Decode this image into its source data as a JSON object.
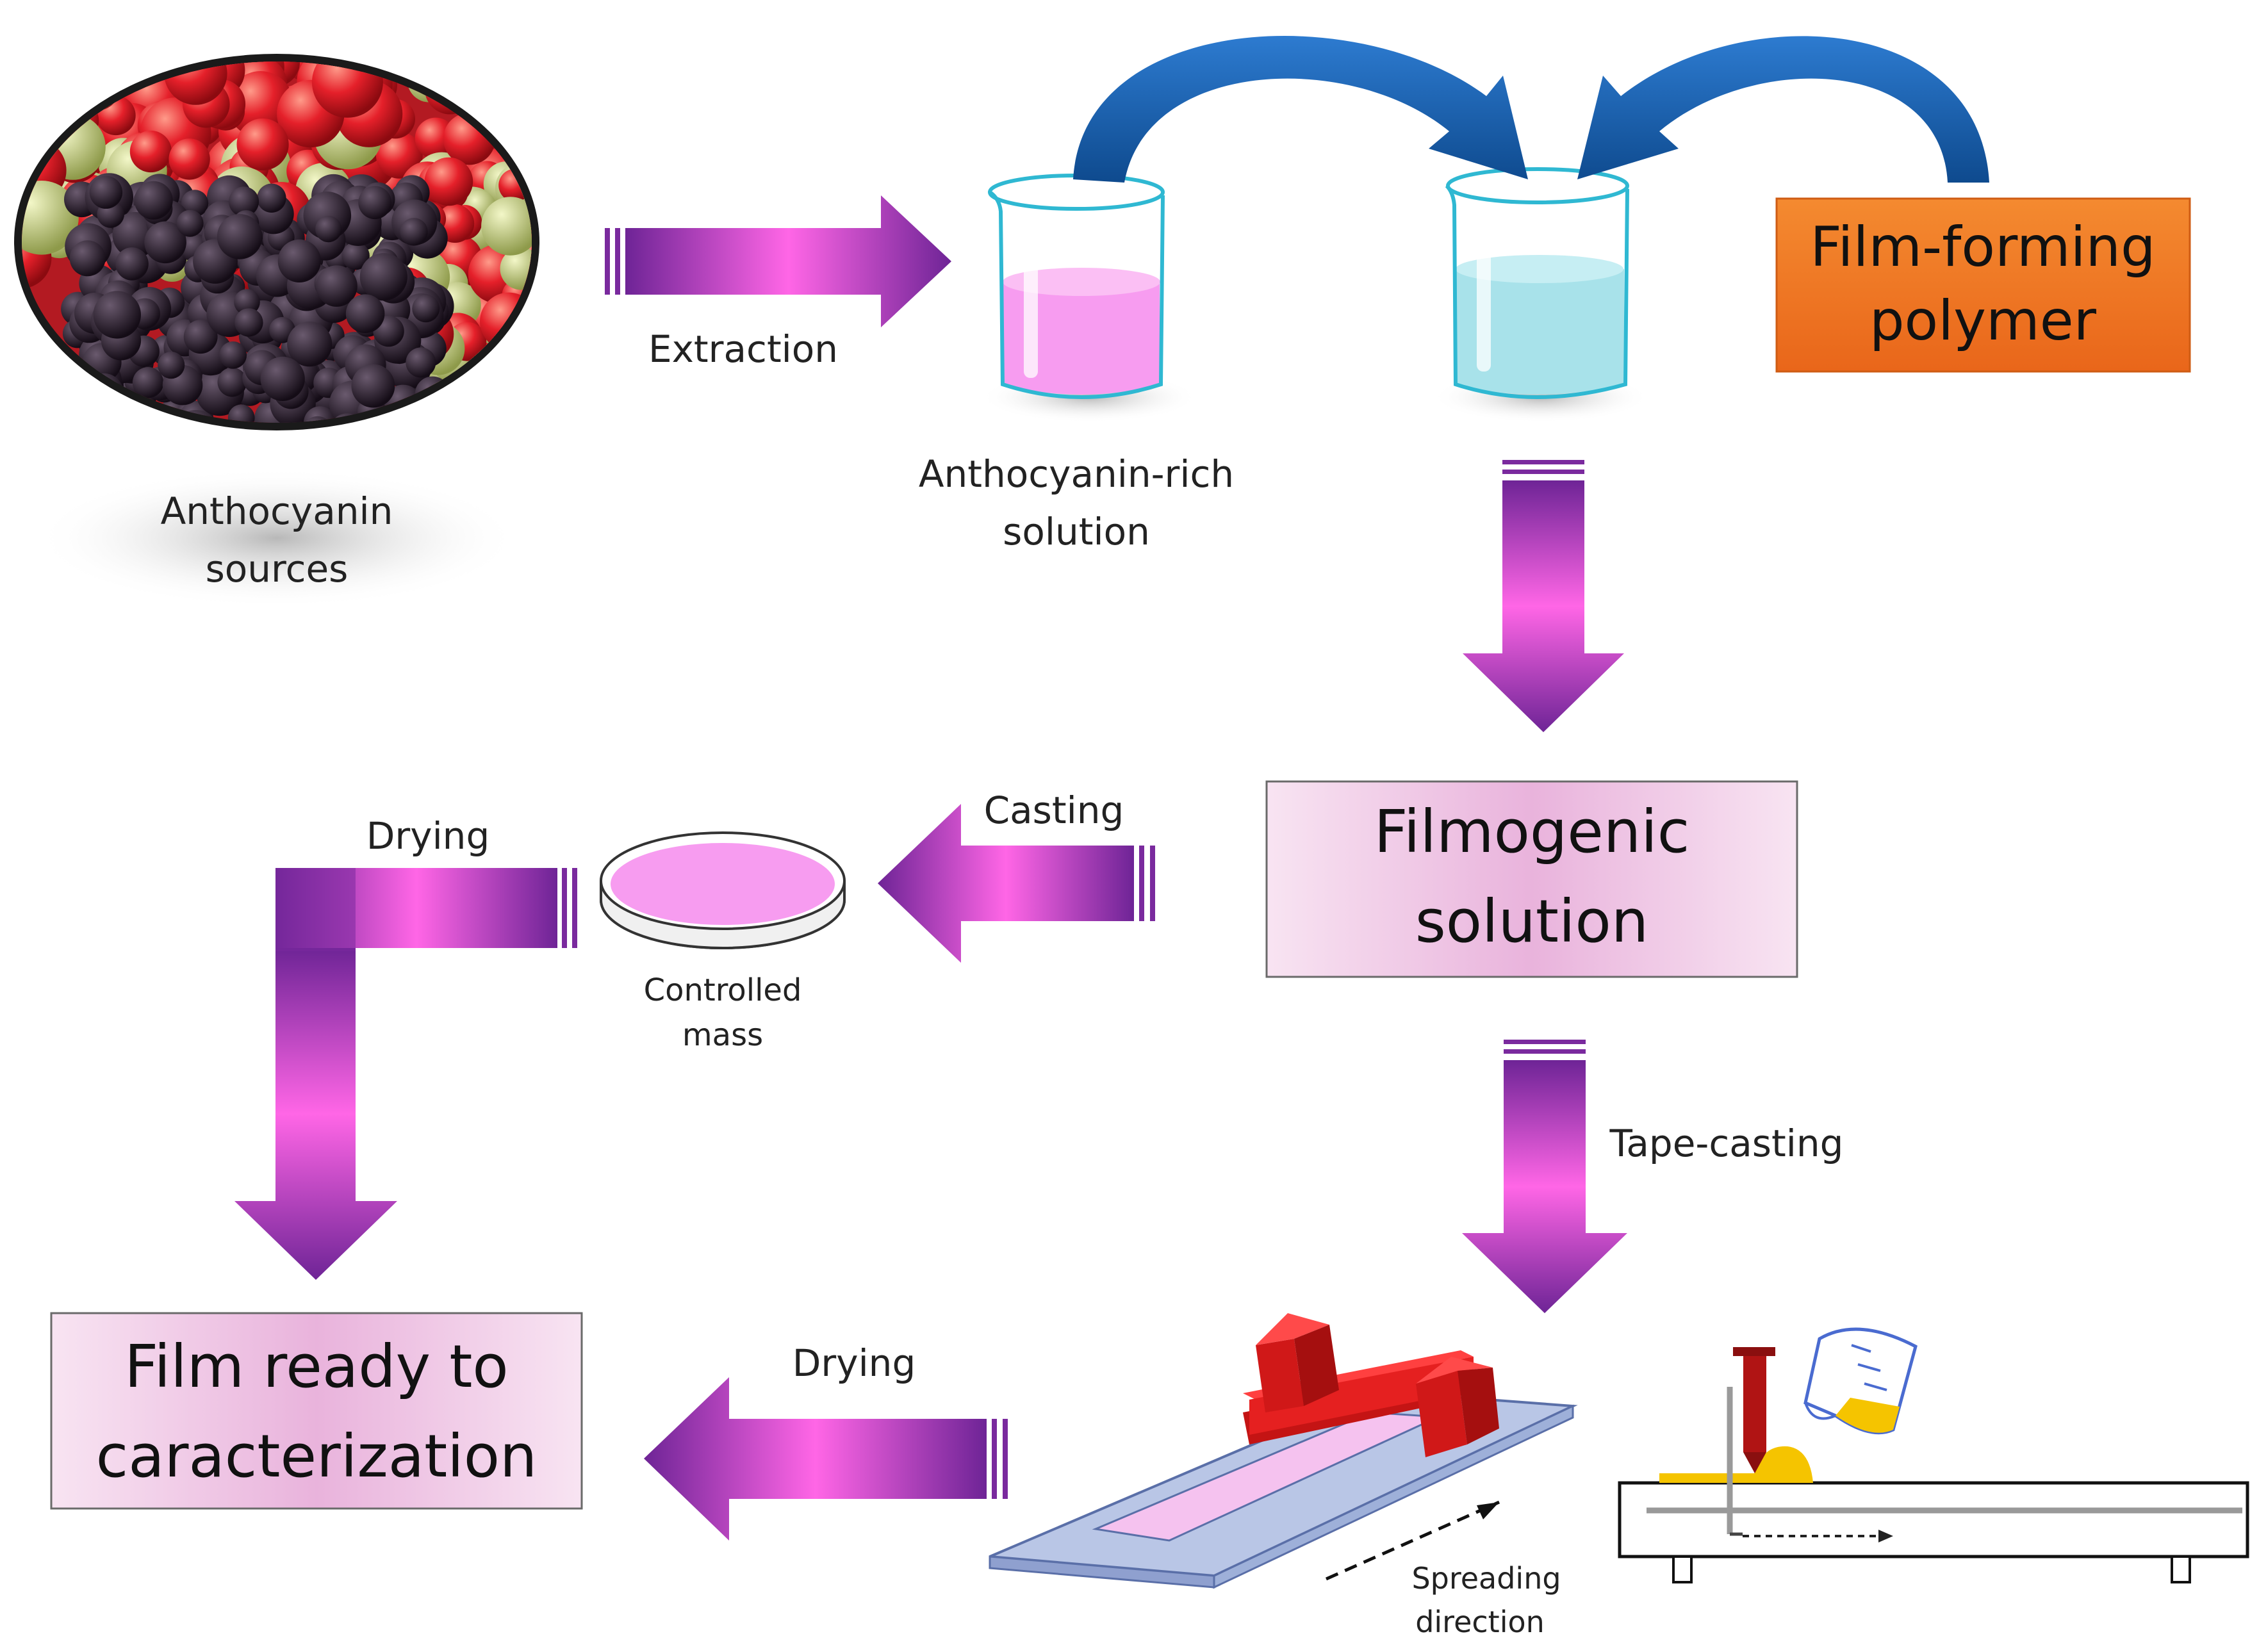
{
  "labels": {
    "anthocyanin_sources_1": "Anthocyanin",
    "anthocyanin_sources_2": "sources",
    "extraction": "Extraction",
    "anthocyanin_rich_1": "Anthocyanin-rich",
    "anthocyanin_rich_2": "solution",
    "casting": "Casting",
    "drying_top": "Drying",
    "controlled_mass_1": "Controlled",
    "controlled_mass_2": "mass",
    "tape_casting": "Tape-casting",
    "drying_bottom": "Drying",
    "spreading_1": "Spreading",
    "spreading_2": "direction"
  },
  "boxes": {
    "film_forming_1": "Film-forming",
    "film_forming_2": "polymer",
    "filmogenic_1": "Filmogenic",
    "filmogenic_2": "solution",
    "film_ready_1": "Film ready to",
    "film_ready_2": "caracterization"
  },
  "colors": {
    "arrow_dark": "#7a2a9e",
    "arrow_glow": "#ff5fe0",
    "curved_arrow": "#1c5fad",
    "polymer_box": "#f07a20",
    "solution_box": "#f2cfe8",
    "pink_liquid": "#f79cf0",
    "blue_liquid": "#a8e2ea",
    "roller_red": "#e02020",
    "yellow_liquid": "#f5c400"
  }
}
